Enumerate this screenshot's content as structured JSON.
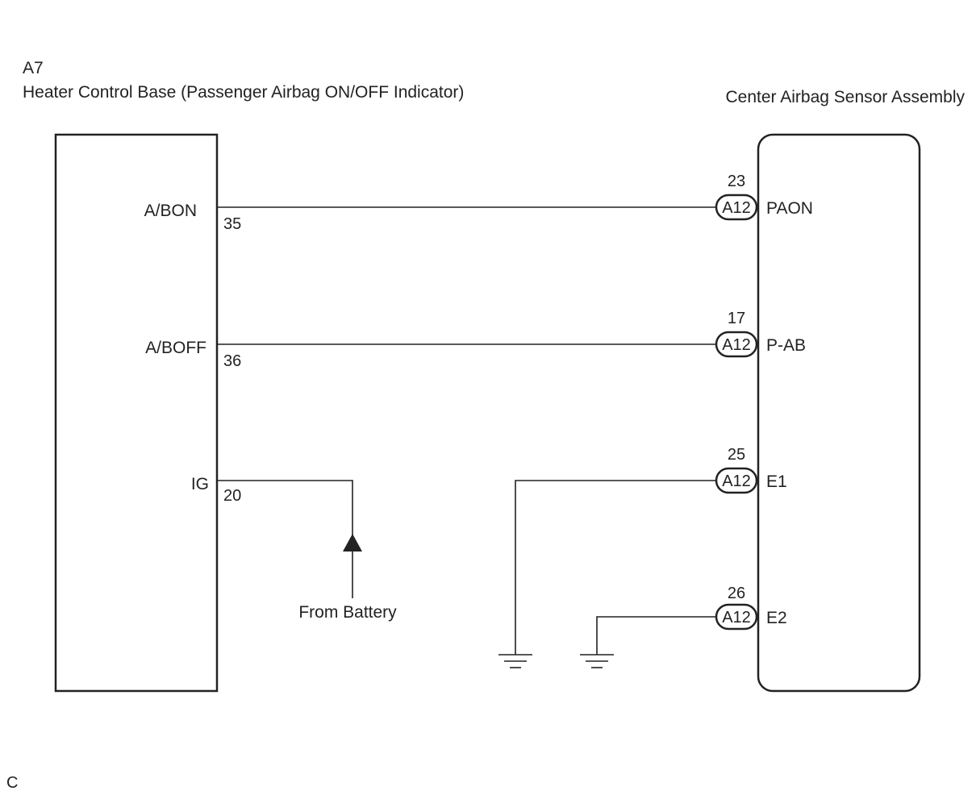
{
  "left_component": {
    "code": "A7",
    "name": "Heater Control Base (Passenger Airbag ON/OFF Indicator)",
    "terminals": [
      {
        "label": "A/BON",
        "pin": "35"
      },
      {
        "label": "A/BOFF",
        "pin": "36"
      },
      {
        "label": "IG",
        "pin": "20"
      }
    ]
  },
  "right_component": {
    "name": "Center Airbag Sensor Assembly",
    "terminals": [
      {
        "connector": "A12",
        "pin": "23",
        "label": "PAON"
      },
      {
        "connector": "A12",
        "pin": "17",
        "label": "P-AB"
      },
      {
        "connector": "A12",
        "pin": "25",
        "label": "E1"
      },
      {
        "connector": "A12",
        "pin": "26",
        "label": "E2"
      }
    ]
  },
  "battery_label": "From Battery",
  "footer_code": "C"
}
